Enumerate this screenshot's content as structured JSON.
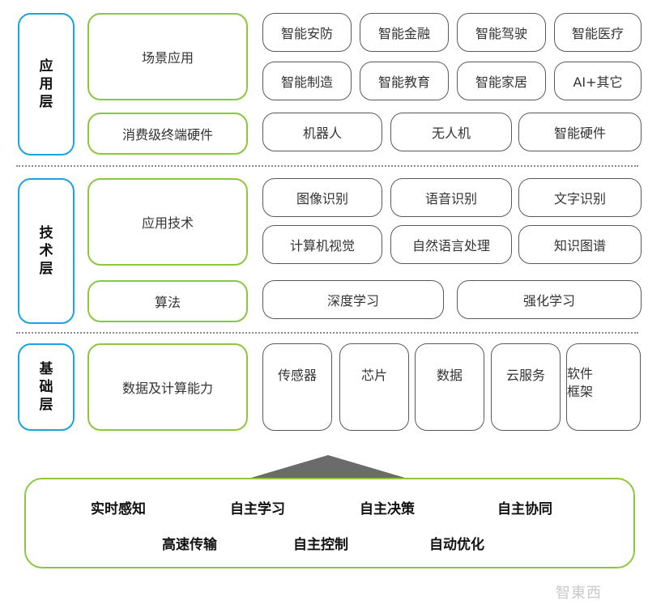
{
  "layers": {
    "application": {
      "name": [
        "应",
        "用",
        "层"
      ]
    },
    "technology": {
      "name": [
        "技",
        "术",
        "层"
      ]
    },
    "foundation": {
      "name": [
        "基",
        "础",
        "层"
      ]
    }
  },
  "application": {
    "scenario": {
      "label": "场景应用",
      "items": [
        "智能安防",
        "智能金融",
        "智能驾驶",
        "智能医疗",
        "智能制造",
        "智能教育",
        "智能家居",
        "AI+其它"
      ]
    },
    "hardware": {
      "label": "消费级终端硬件",
      "items": [
        "机器人",
        "无人机",
        "智能硬件"
      ]
    }
  },
  "technology": {
    "applied": {
      "label": "应用技术",
      "items": [
        "图像识别",
        "语音识别",
        "文字识别",
        "计算机视觉",
        "自然语言处理",
        "知识图谱"
      ]
    },
    "algorithm": {
      "label": "算法",
      "items": [
        "深度学习",
        "强化学习"
      ]
    }
  },
  "foundation": {
    "label": "数据及计算能力",
    "items": [
      "传感器",
      "芯片",
      "数据",
      "云服务",
      [
        "软件",
        "框架"
      ]
    ]
  },
  "capabilities": [
    "实时感知",
    "自主学习",
    "自主决策",
    "自主协同",
    "高速传输",
    "自主控制",
    "自动优化"
  ],
  "watermark": "智東西",
  "colors": {
    "layer_border": "#1aa3dd",
    "green_border": "#8dc63f",
    "gray_border": "#5a5a5a",
    "triangle": "#6b6b6b"
  }
}
